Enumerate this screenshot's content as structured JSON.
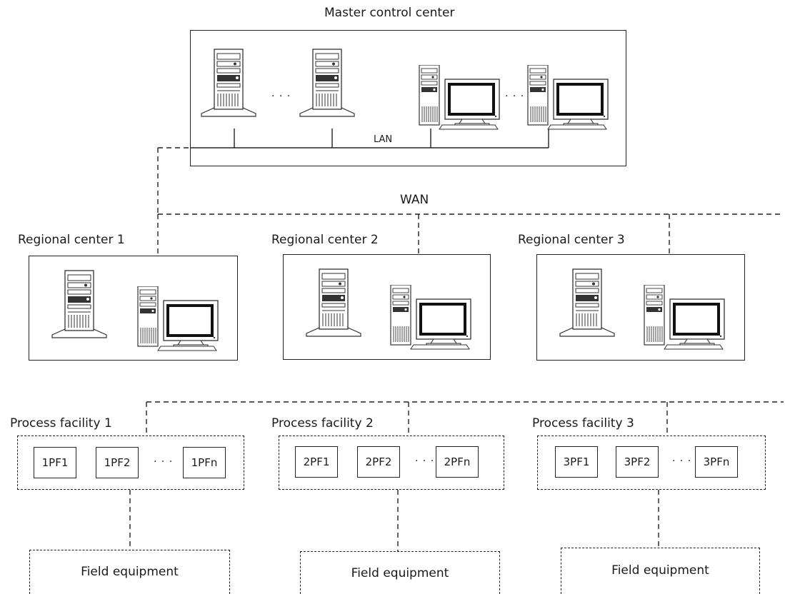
{
  "master": {
    "label": "Master control center",
    "lan_label": "LAN",
    "ellipsis_1": "· · ·",
    "ellipsis_2": "· · ·"
  },
  "wan_label": "WAN",
  "regional_centers": [
    {
      "label": "Regional center 1"
    },
    {
      "label": "Regional center 2"
    },
    {
      "label": "Regional center 3"
    }
  ],
  "process_facilities": [
    {
      "label": "Process facility 1",
      "items": [
        "1PF1",
        "1PF2",
        "1PFn"
      ],
      "ellipsis": "· · ·",
      "field": "Field equipment"
    },
    {
      "label": "Process facility 2",
      "items": [
        "2PF1",
        "2PF2",
        "2PFn"
      ],
      "ellipsis": "· · ·",
      "field": "Field equipment"
    },
    {
      "label": "Process facility 3",
      "items": [
        "3PF1",
        "3PF2",
        "3PFn"
      ],
      "ellipsis": "· · ·",
      "field": "Field equipment"
    }
  ],
  "icons": [
    "server-tower-icon",
    "workstation-icon"
  ]
}
